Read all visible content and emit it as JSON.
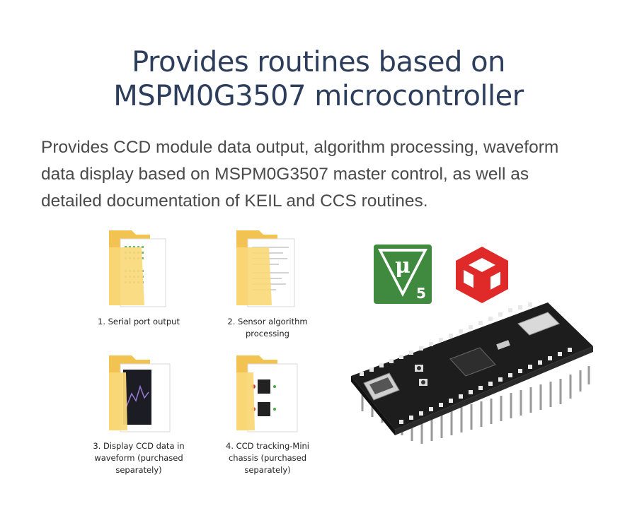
{
  "title": {
    "line1": "Provides routines based on",
    "line2": "MSPM0G3507 microcontroller"
  },
  "description": {
    "line1": "Provides CCD module data output, algorithm processing, waveform",
    "line2": "data display based on MSPM0G3507 master control, as well as",
    "line3": "detailed documentation of KEIL and CCS routines."
  },
  "folders": [
    {
      "line1": "1. Serial port output",
      "line2": "",
      "line3": ""
    },
    {
      "line1": "2. Sensor algorithm",
      "line2": "processing",
      "line3": ""
    },
    {
      "line1": "3. Display CCD data in",
      "line2": "waveform (purchased",
      "line3": "separately)"
    },
    {
      "line1": "4. CCD tracking-Mini",
      "line2": "chassis (purchased",
      "line3": "separately)"
    }
  ],
  "logos": {
    "keil_mu": "μ",
    "keil_version": "5"
  },
  "colors": {
    "title": "#2d3d5c",
    "folder": "#f7cf6a",
    "keil_green": "#3f8a3e",
    "ccs_red": "#e02a2a"
  }
}
